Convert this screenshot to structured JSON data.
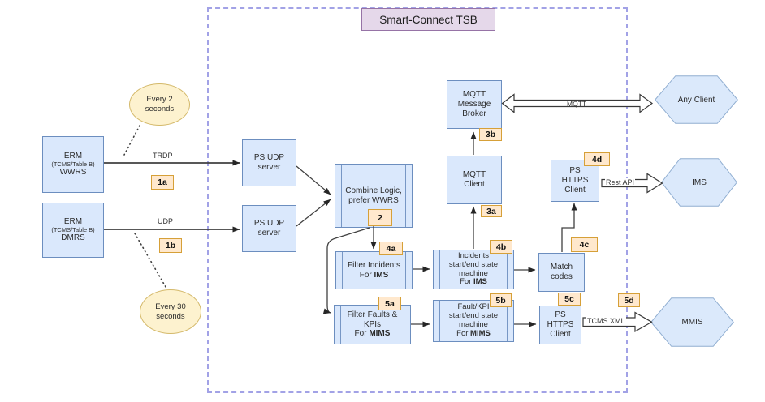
{
  "title": "Smart-Connect TSB",
  "colors": {
    "node_fill": "#dae8fc",
    "node_border": "#6c8ebf",
    "hex_fill": "#dbe9fb",
    "hex_border": "#90aed1",
    "badge_fill": "#ffe8cd",
    "badge_border": "#d6a038",
    "ellipse_fill": "#fdf2cf",
    "ellipse_border": "#d4b96a",
    "title_fill": "#e5d8ea",
    "title_border": "#9673a6",
    "container_border": "#a2a2e6",
    "arrow": "#404040"
  },
  "nodes": {
    "erm_wwrs": {
      "l1": "ERM",
      "l2": "(TCMS/Table B)",
      "l3": "WWRS"
    },
    "erm_dmrs": {
      "l1": "ERM",
      "l2": "(TCMS/Table B)",
      "l3": "DMRS"
    },
    "ps_udp_1": {
      "l1": "PS UDP",
      "l2": "server"
    },
    "ps_udp_2": {
      "l1": "PS UDP",
      "l2": "server"
    },
    "combine": {
      "l1": "Combine Logic,",
      "l2": "prefer WWRS"
    },
    "filter_incidents": {
      "l1": "Filter Incidents",
      "l2p": "For ",
      "l2b": "IMS"
    },
    "incidents_sm": {
      "l1": "Incidents",
      "l2": "start/end state",
      "l3": "machine",
      "l4p": "For ",
      "l4b": "IMS"
    },
    "filter_faults": {
      "l1": "Filter Faults &",
      "l2": "KPIs",
      "l3p": "For ",
      "l3b": "MIMS"
    },
    "faultkpi_sm": {
      "l1": "Fault/KPI",
      "l2": "start/end state",
      "l3": "machine",
      "l4p": "For ",
      "l4b": "MIMS"
    },
    "mqtt_broker": {
      "l1": "MQTT",
      "l2": "Message",
      "l3": "Broker"
    },
    "mqtt_client": {
      "l1": "MQTT",
      "l2": "Client"
    },
    "ps_https_ims": {
      "l1": "PS",
      "l2": "HTTPS",
      "l3": "Client"
    },
    "match_codes": {
      "l1": "Match",
      "l2": "codes"
    },
    "ps_https_mims": {
      "l1": "PS",
      "l2": "HTTPS",
      "l3": "Client"
    },
    "any_client": {
      "label": "Any Client"
    },
    "ims": {
      "label": "IMS"
    },
    "mmis": {
      "label": "MMIS"
    }
  },
  "timers": {
    "every2": {
      "l1": "Every 2",
      "l2": "seconds"
    },
    "every30": {
      "l1": "Every 30",
      "l2": "seconds"
    }
  },
  "badges": {
    "1a": "1a",
    "1b": "1b",
    "2": "2",
    "3a": "3a",
    "3b": "3b",
    "4a": "4a",
    "4b": "4b",
    "4c": "4c",
    "4d": "4d",
    "5a": "5a",
    "5b": "5b",
    "5c": "5c",
    "5d": "5d"
  },
  "edge_labels": {
    "trdp": "TRDP",
    "udp": "UDP",
    "mqtt": "MQTT",
    "rest_api": "Rest API",
    "tcms_xml": "TCMS XML"
  }
}
